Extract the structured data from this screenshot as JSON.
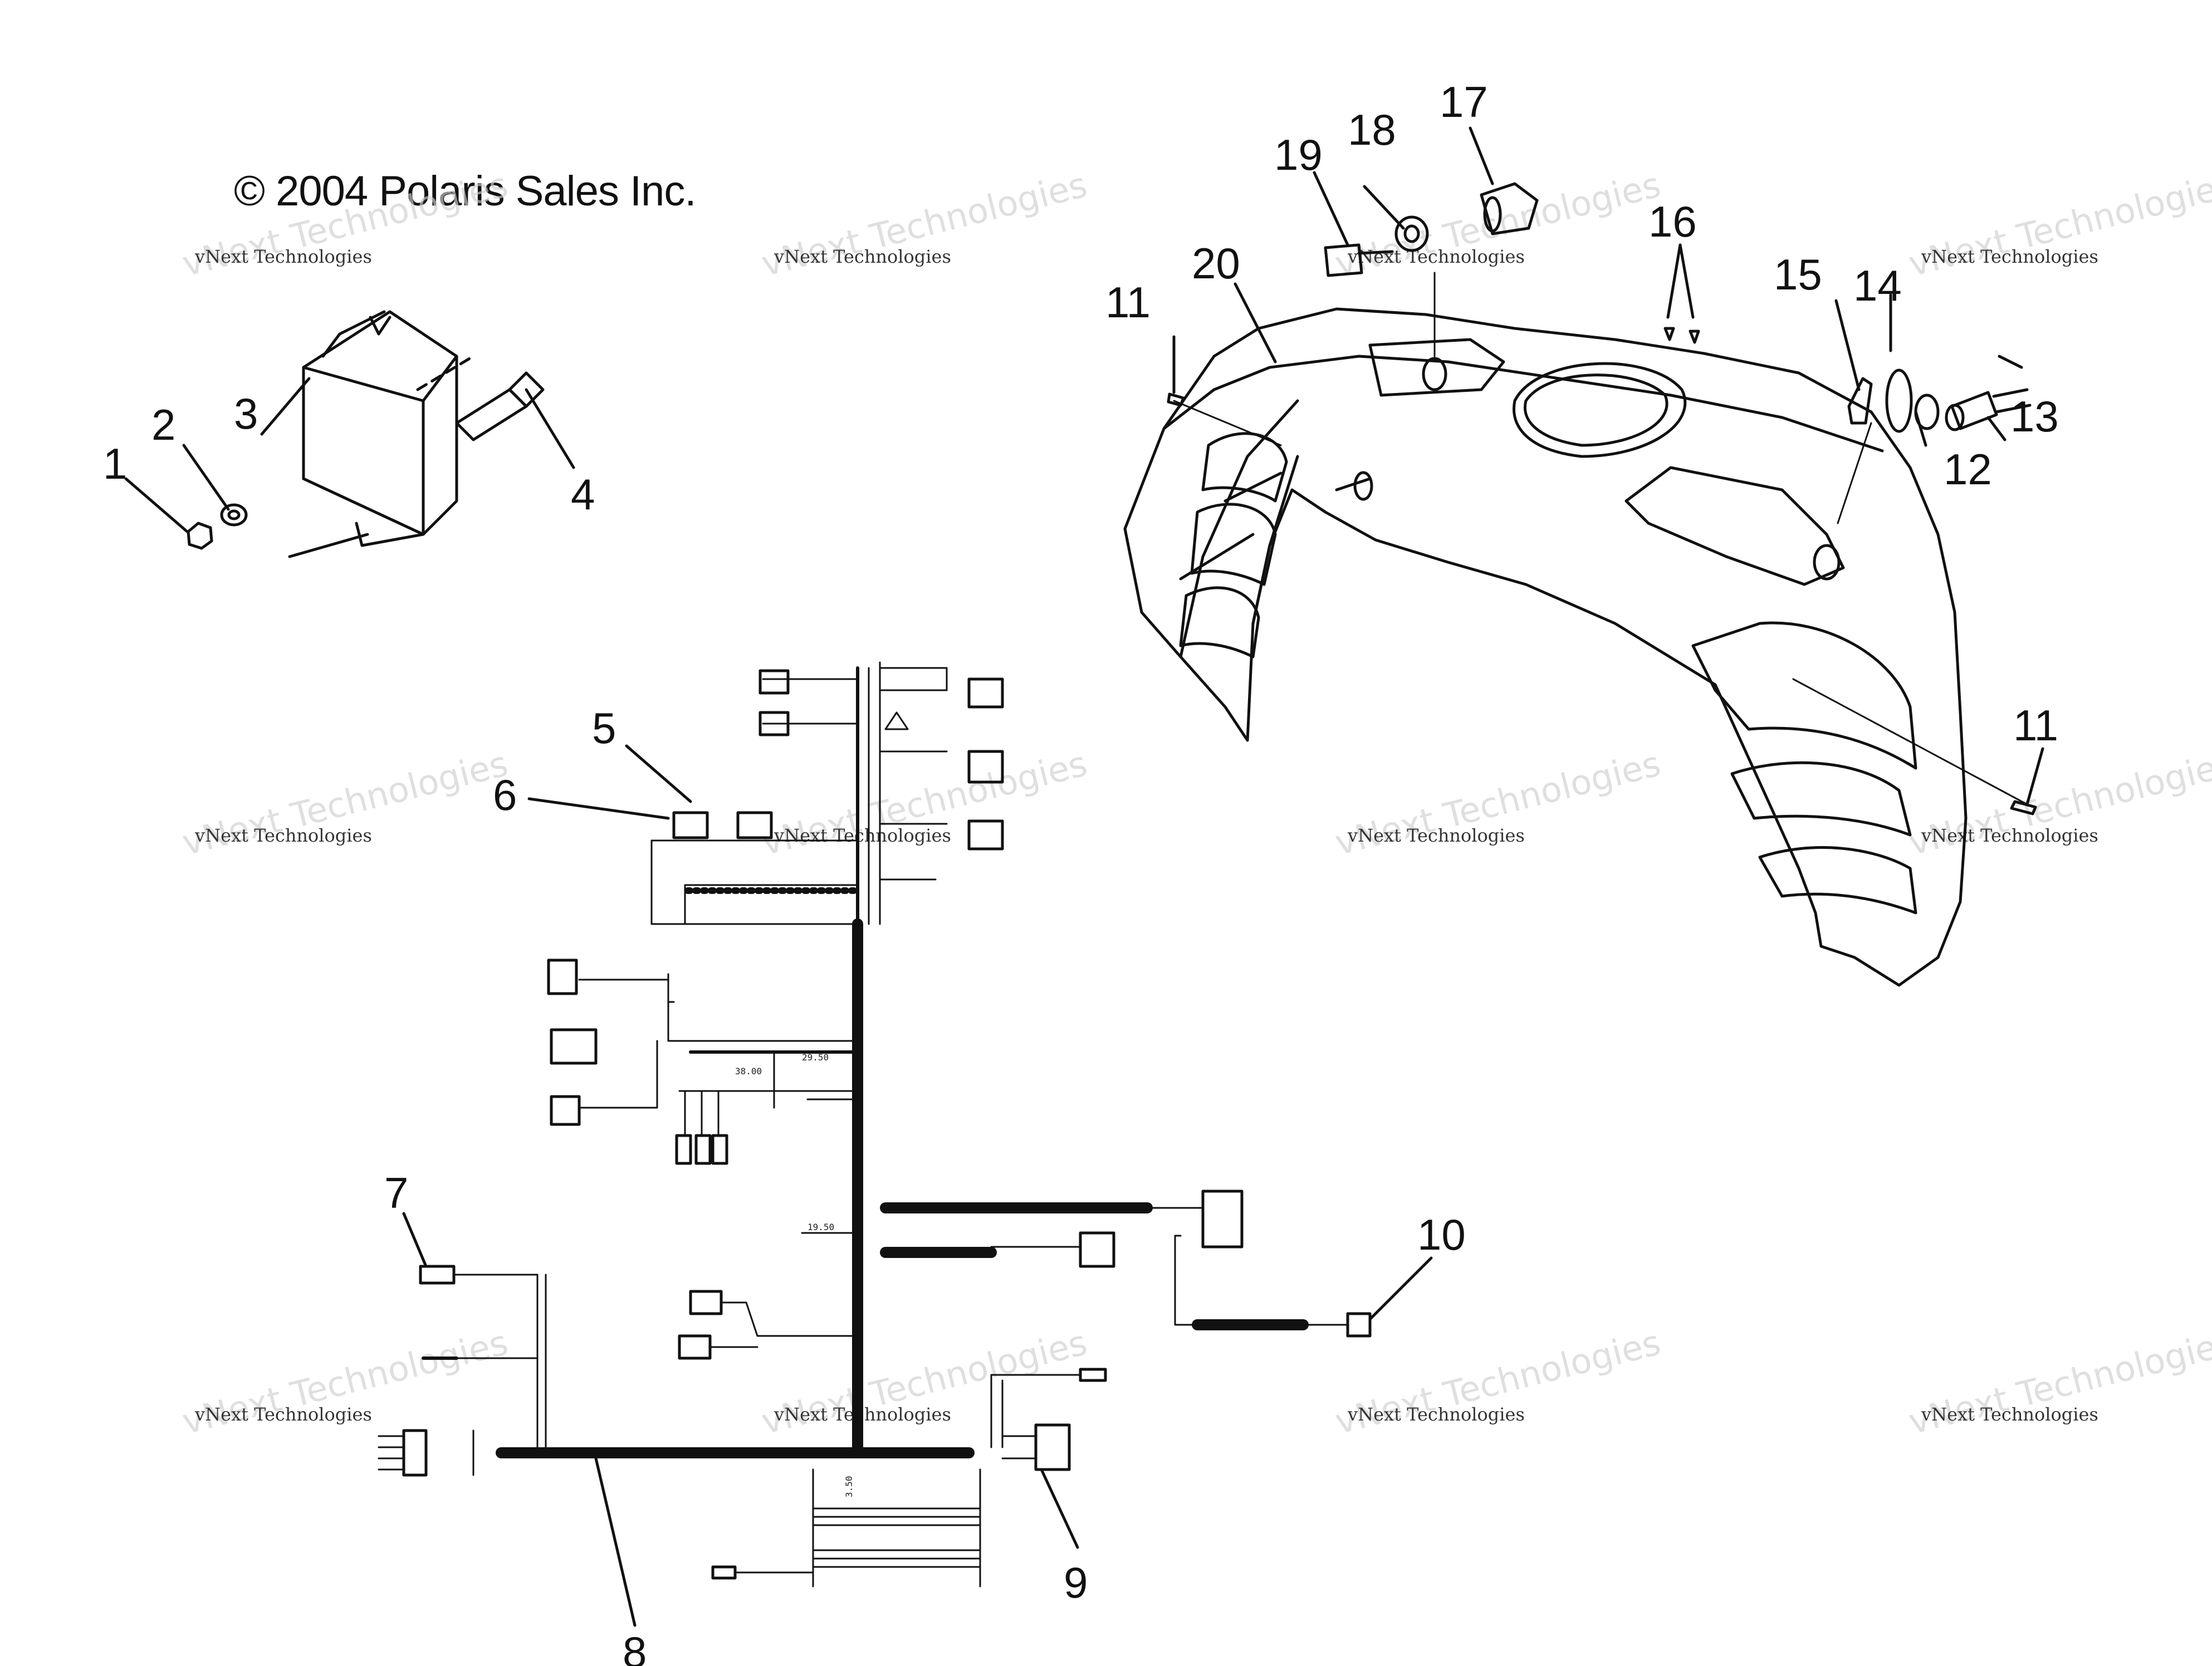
{
  "diagram": {
    "copyright": "© 2004 Polaris Sales Inc.",
    "watermark": {
      "line1": "vNext Technologies",
      "line2": "vNext Technologies"
    },
    "callouts": [
      "1",
      "2",
      "3",
      "4",
      "5",
      "6",
      "7",
      "8",
      "9",
      "10",
      "11",
      "11",
      "12",
      "13",
      "14",
      "15",
      "16",
      "17",
      "18",
      "19",
      "20"
    ],
    "harness_dims": [
      "29.50",
      "38.00",
      "19.50",
      "3.50"
    ]
  }
}
